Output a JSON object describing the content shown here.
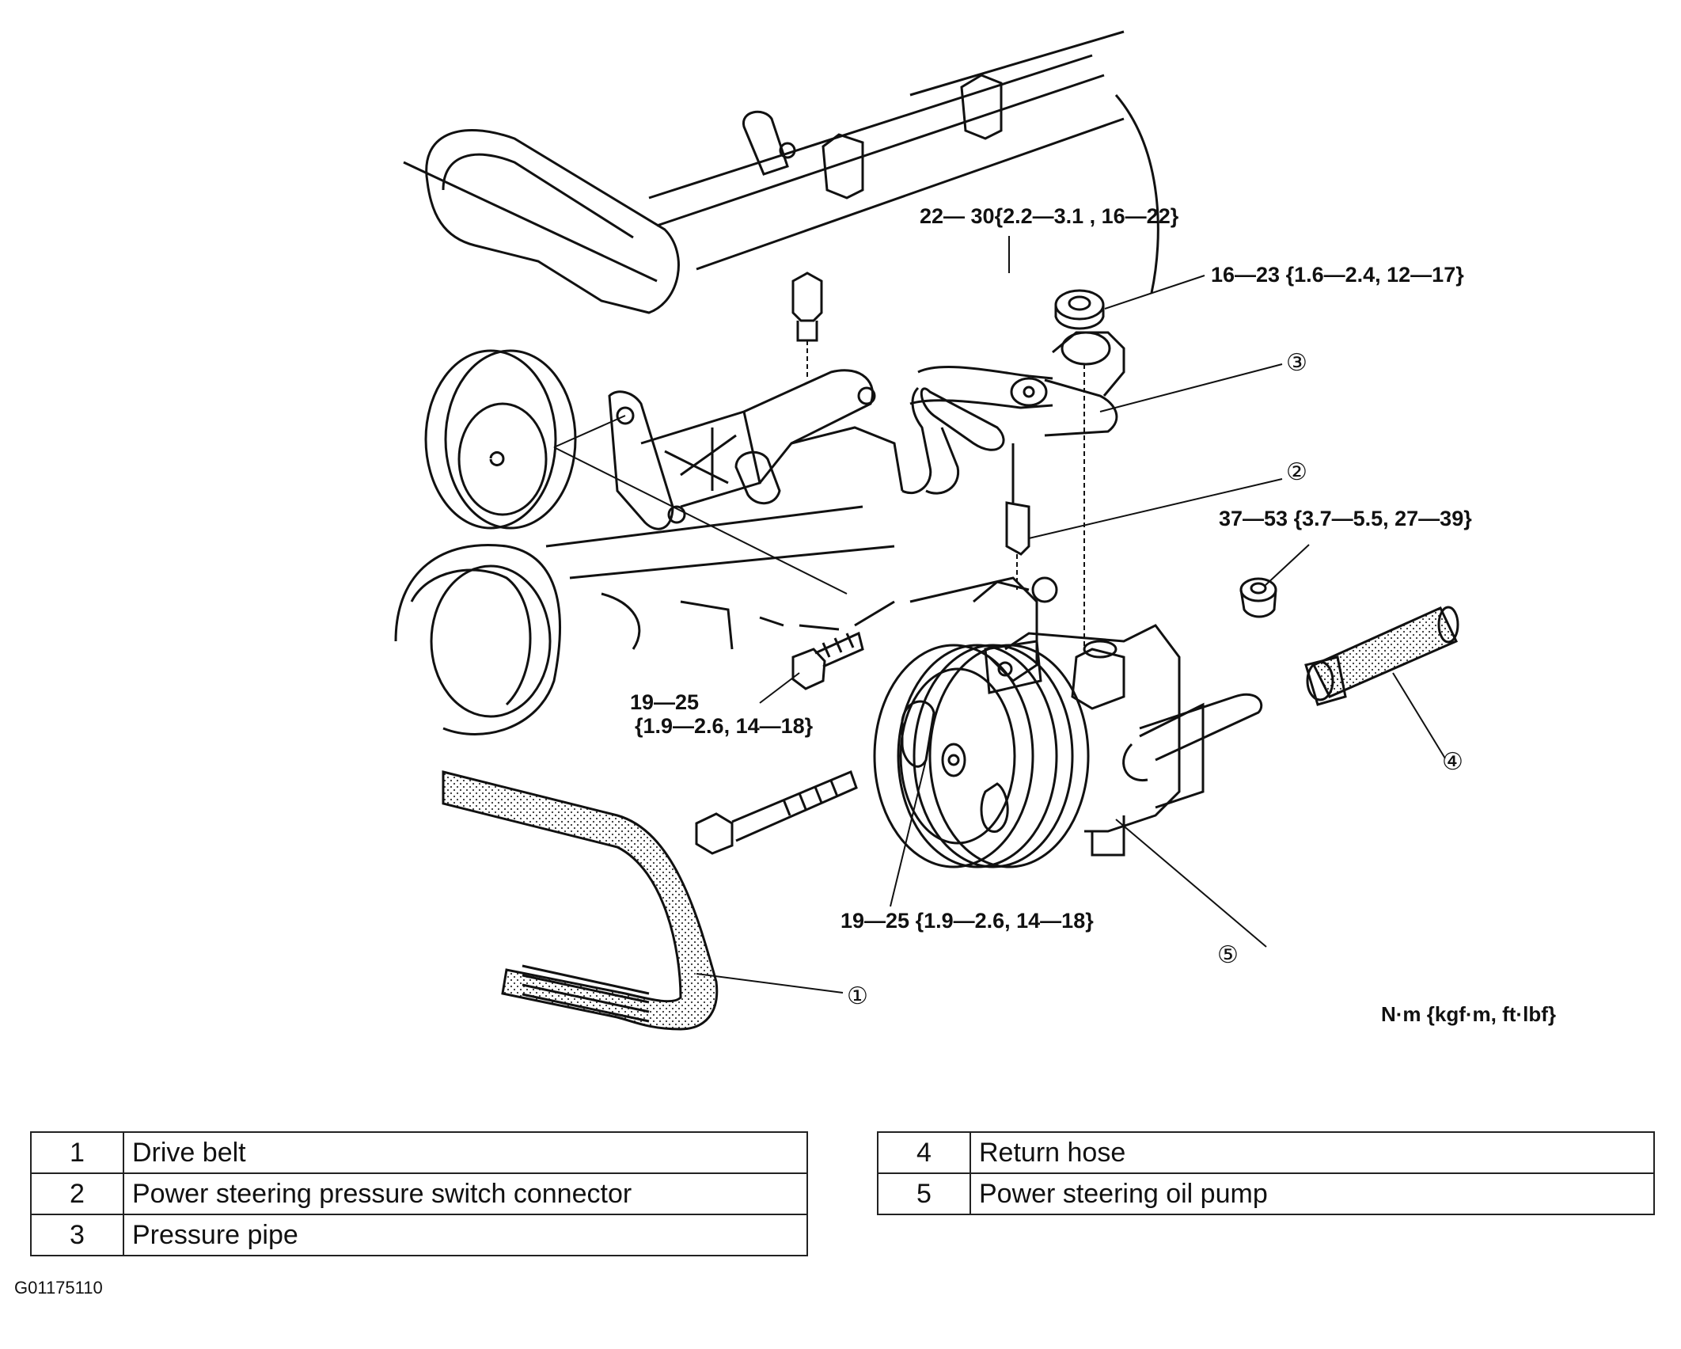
{
  "torque_specs": {
    "top_bolt": "22— 30{2.2—3.1 , 16—22}",
    "pipe_nut": "16—23 {1.6—2.4, 12—17}",
    "pump_nut": "37—53 {3.7—5.5, 27—39}",
    "bracket_bolt_line1": "19—25",
    "bracket_bolt_line2": "{1.9—2.6, 14—18}",
    "long_bolt": "19—25 {1.9—2.6, 14—18}"
  },
  "units_label": "N·m {kgf·m, ft·lbf}",
  "callouts": [
    "①",
    "②",
    "③",
    "④",
    "⑤"
  ],
  "legend": {
    "left": [
      {
        "num": "1",
        "name": "Drive belt"
      },
      {
        "num": "2",
        "name": "Power steering pressure switch connector"
      },
      {
        "num": "3",
        "name": "Pressure pipe"
      }
    ],
    "right": [
      {
        "num": "4",
        "name": "Return hose"
      },
      {
        "num": "5",
        "name": "Power steering oil pump"
      }
    ]
  },
  "figure_code": "G01175110"
}
